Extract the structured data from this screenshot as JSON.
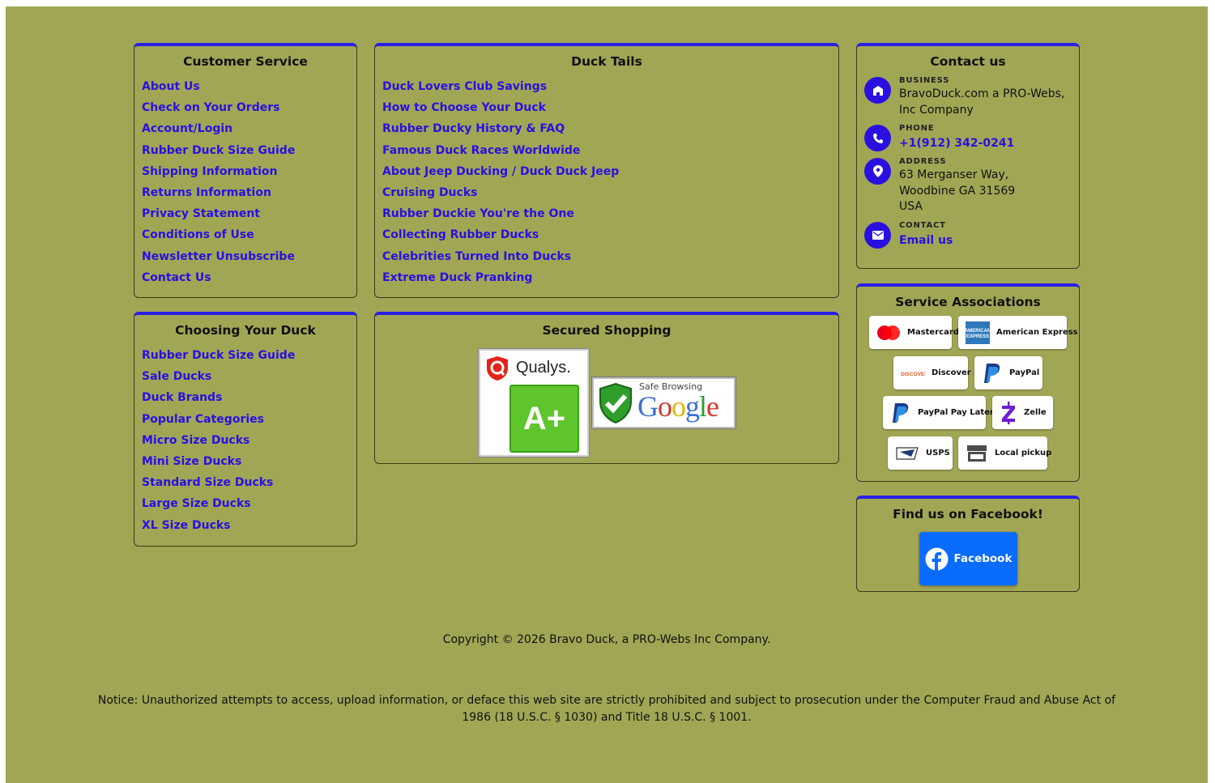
{
  "customer_service": {
    "title": "Customer Service",
    "links": [
      "About Us",
      "Check on Your Orders",
      "Account/Login",
      "Rubber Duck Size Guide",
      "Shipping Information",
      "Returns Information",
      "Privacy Statement",
      "Conditions of Use",
      "Newsletter Unsubscribe",
      "Contact Us"
    ]
  },
  "duck_tails": {
    "title": "Duck Tails",
    "links": [
      "Duck Lovers Club Savings",
      "How to Choose Your Duck",
      "Rubber Ducky History & FAQ",
      "Famous Duck Races Worldwide",
      "About Jeep Ducking / Duck Duck Jeep",
      "Cruising Ducks",
      "Rubber Duckie You're the One",
      "Collecting Rubber Ducks",
      "Celebrities Turned Into Ducks",
      "Extreme Duck Pranking"
    ]
  },
  "choosing": {
    "title": "Choosing Your Duck",
    "links": [
      "Rubber Duck Size Guide",
      "Sale Ducks",
      "Duck Brands",
      "Popular Categories",
      "Micro Size Ducks",
      "Mini Size Ducks",
      "Standard Size Ducks",
      "Large Size Ducks",
      "XL Size Ducks"
    ]
  },
  "secured": {
    "title": "Secured Shopping",
    "qualys_label": "Qualys.",
    "qualys_grade": "A+",
    "google_small": "Safe Browsing",
    "google_label": "Google"
  },
  "contact": {
    "title": "Contact us",
    "business_tag": "BUSINESS",
    "business_value": "BravoDuck.com a PRO-Webs, Inc Company",
    "phone_tag": "PHONE",
    "phone_value": "+1(912) 342-0241",
    "address_tag": "ADDRESS",
    "address_line1": "63 Merganser Way,",
    "address_line2": "Woodbine GA 31569",
    "address_line3": "USA",
    "contact_tag": "CONTACT",
    "contact_value": "Email us"
  },
  "associations": {
    "title": "Service Associations",
    "badges": [
      "Mastercard",
      "American Express",
      "Discover",
      "PayPal",
      "PayPal Pay Later",
      "Zelle",
      "USPS",
      "Local pickup"
    ]
  },
  "facebook": {
    "title": "Find us on Facebook!",
    "button": "Facebook"
  },
  "footer": {
    "copyright": "Copyright © 2026 Bravo Duck, a PRO-Webs Inc Company.",
    "notice_line1": "Notice: Unauthorized attempts to access, upload information, or deface this web site are strictly prohibited and subject to prosecution under the Computer Fraud and Abuse Act of",
    "notice_line2": "1986 (18 U.S.C. § 1030) and Title 18 U.S.C. § 1001."
  },
  "colors": {
    "background": "#a1a655",
    "link": "#2a10e0",
    "accent_border": "#2a1ee8",
    "facebook": "#0a6cff"
  }
}
